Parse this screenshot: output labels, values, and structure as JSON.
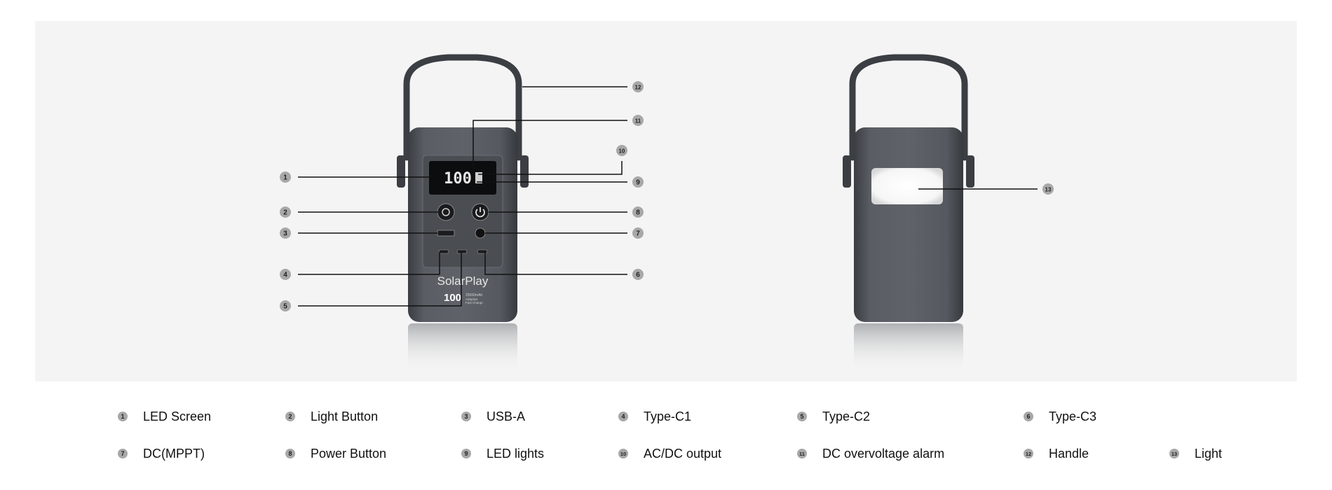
{
  "device": {
    "brand": "SolarPlay",
    "capacity": "100",
    "capacity_detail": "25000mAh",
    "capacity_note_1": "Adaptive",
    "capacity_note_2": "Fast Charge",
    "display_value": "100"
  },
  "callouts": [
    {
      "number": "1",
      "label": "LED Screen"
    },
    {
      "number": "2",
      "label": "Light Button"
    },
    {
      "number": "3",
      "label": "USB-A"
    },
    {
      "number": "4",
      "label": "Type-C1"
    },
    {
      "number": "5",
      "label": "Type-C2"
    },
    {
      "number": "6",
      "label": "Type-C3"
    },
    {
      "number": "7",
      "label": "DC(MPPT)"
    },
    {
      "number": "8",
      "label": "Power Button"
    },
    {
      "number": "9",
      "label": "LED lights"
    },
    {
      "number": "10",
      "label": "AC/DC output"
    },
    {
      "number": "11",
      "label": "DC overvoltage alarm"
    },
    {
      "number": "12",
      "label": "Handle"
    },
    {
      "number": "13",
      "label": "Light"
    }
  ]
}
